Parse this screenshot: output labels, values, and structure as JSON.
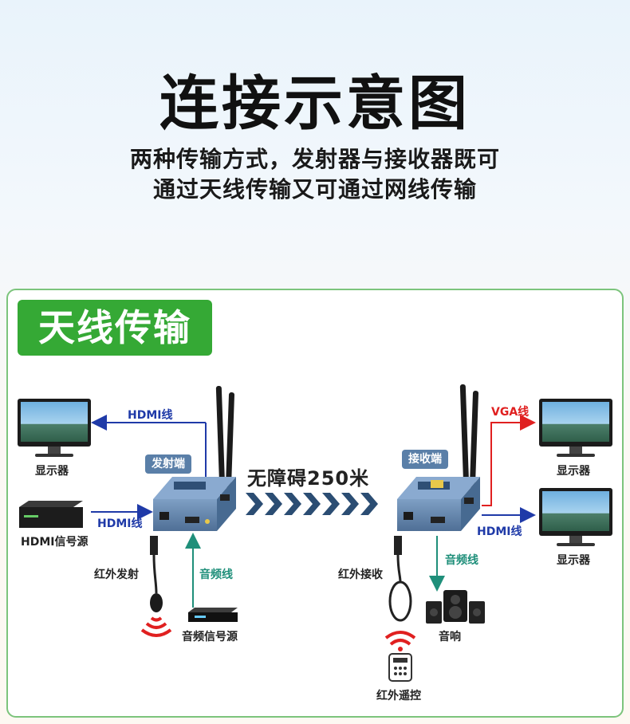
{
  "header": {
    "title": "连接示意图",
    "subtitle_line1": "两种传输方式，发射器与接收器既可",
    "subtitle_line2": "通过天线传输又可通过网线传输"
  },
  "panel": {
    "tag": "天线传输",
    "range_label": "无障碍250米",
    "transmitter_label": "发射端",
    "receiver_label": "接收端",
    "left": {
      "monitor_label": "显示器",
      "hdmi_out_label": "HDMI线",
      "hdmi_in_label": "HDMI线",
      "source_label": "HDMI信号源",
      "ir_tx_label": "红外发射",
      "audio_line_label": "音频线",
      "audio_source_label": "音频信号源"
    },
    "right": {
      "vga_label": "VGA线",
      "monitor_top_label": "显示器",
      "hdmi_label": "HDMI线",
      "monitor_bottom_label": "显示器",
      "ir_rx_label": "红外接收",
      "audio_line_label": "音频线",
      "speaker_label": "音响",
      "remote_label": "红外遥控"
    }
  },
  "colors": {
    "green_accent": "#35a935",
    "blue_line": "#1f3aa8",
    "red_line": "#e02020",
    "teal_line": "#1f8f7a",
    "device_blue": "#5a7fa8"
  }
}
